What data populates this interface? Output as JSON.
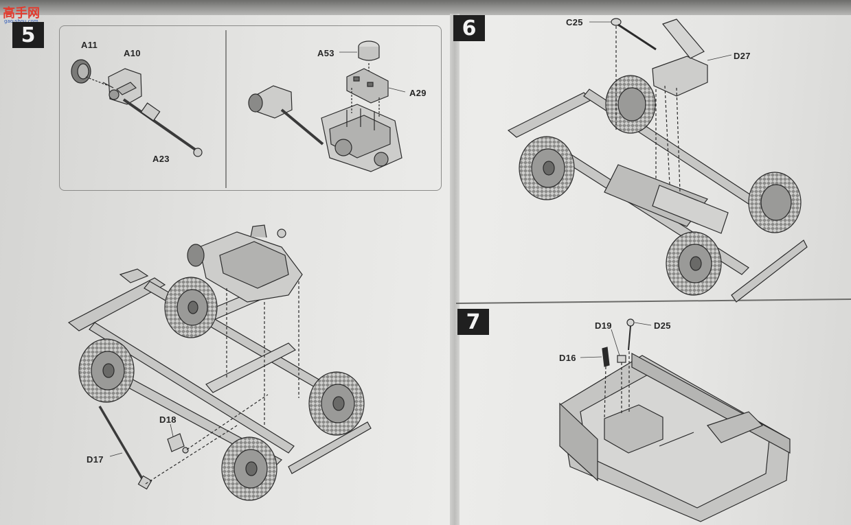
{
  "watermark": {
    "brand_text": "高手网",
    "url_text": "gao-shou.com"
  },
  "steps": {
    "step5": {
      "number": "5"
    },
    "step6": {
      "number": "6"
    },
    "step7": {
      "number": "7"
    }
  },
  "labels": {
    "a11": "A11",
    "a10": "A10",
    "a23": "A23",
    "a53": "A53",
    "a29": "A29",
    "d18": "D18",
    "d17": "D17",
    "c25": "C25",
    "d27": "D27",
    "d19": "D19",
    "d25": "D25",
    "d16": "D16"
  },
  "colors": {
    "paper": "#e8e8e6",
    "ink": "#262626",
    "part_fill": "#c9c9c7",
    "tire_fill": "#5a5a58",
    "step_badge": "#1f1f1f"
  }
}
